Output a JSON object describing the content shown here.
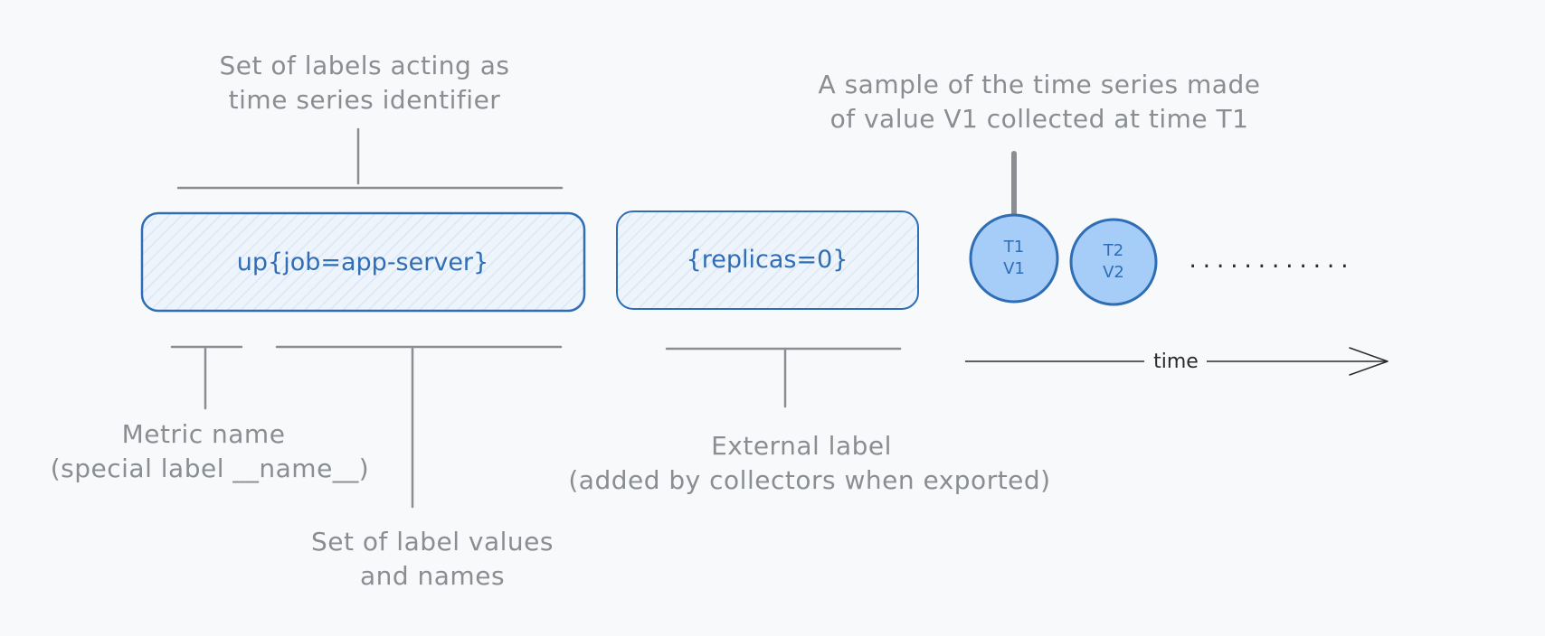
{
  "labels": {
    "set_of_labels": [
      "Set of labels acting as",
      "time series identifier"
    ],
    "sample": [
      "A sample of the time series made",
      "of value V1 collected at time T1"
    ],
    "metric_name": [
      "Metric name",
      "(special label __name__)"
    ],
    "label_values": [
      "Set of label values",
      "and names"
    ],
    "external_label": [
      "External label",
      "(added by collectors when exported)"
    ]
  },
  "boxes": {
    "series_identifier": "up{job=app-server}",
    "external": "{replicas=0}"
  },
  "samples": [
    {
      "time": "T1",
      "value": "V1"
    },
    {
      "time": "T2",
      "value": "V2"
    }
  ],
  "ellipsis": "............",
  "axis_label": "time",
  "colors": {
    "box_stroke": "#2f6db5",
    "box_fill": "#eef4fb",
    "sample_fill": "#a5cdf7",
    "annotation": "#8a8d91",
    "axis": "#2b2b2b"
  }
}
